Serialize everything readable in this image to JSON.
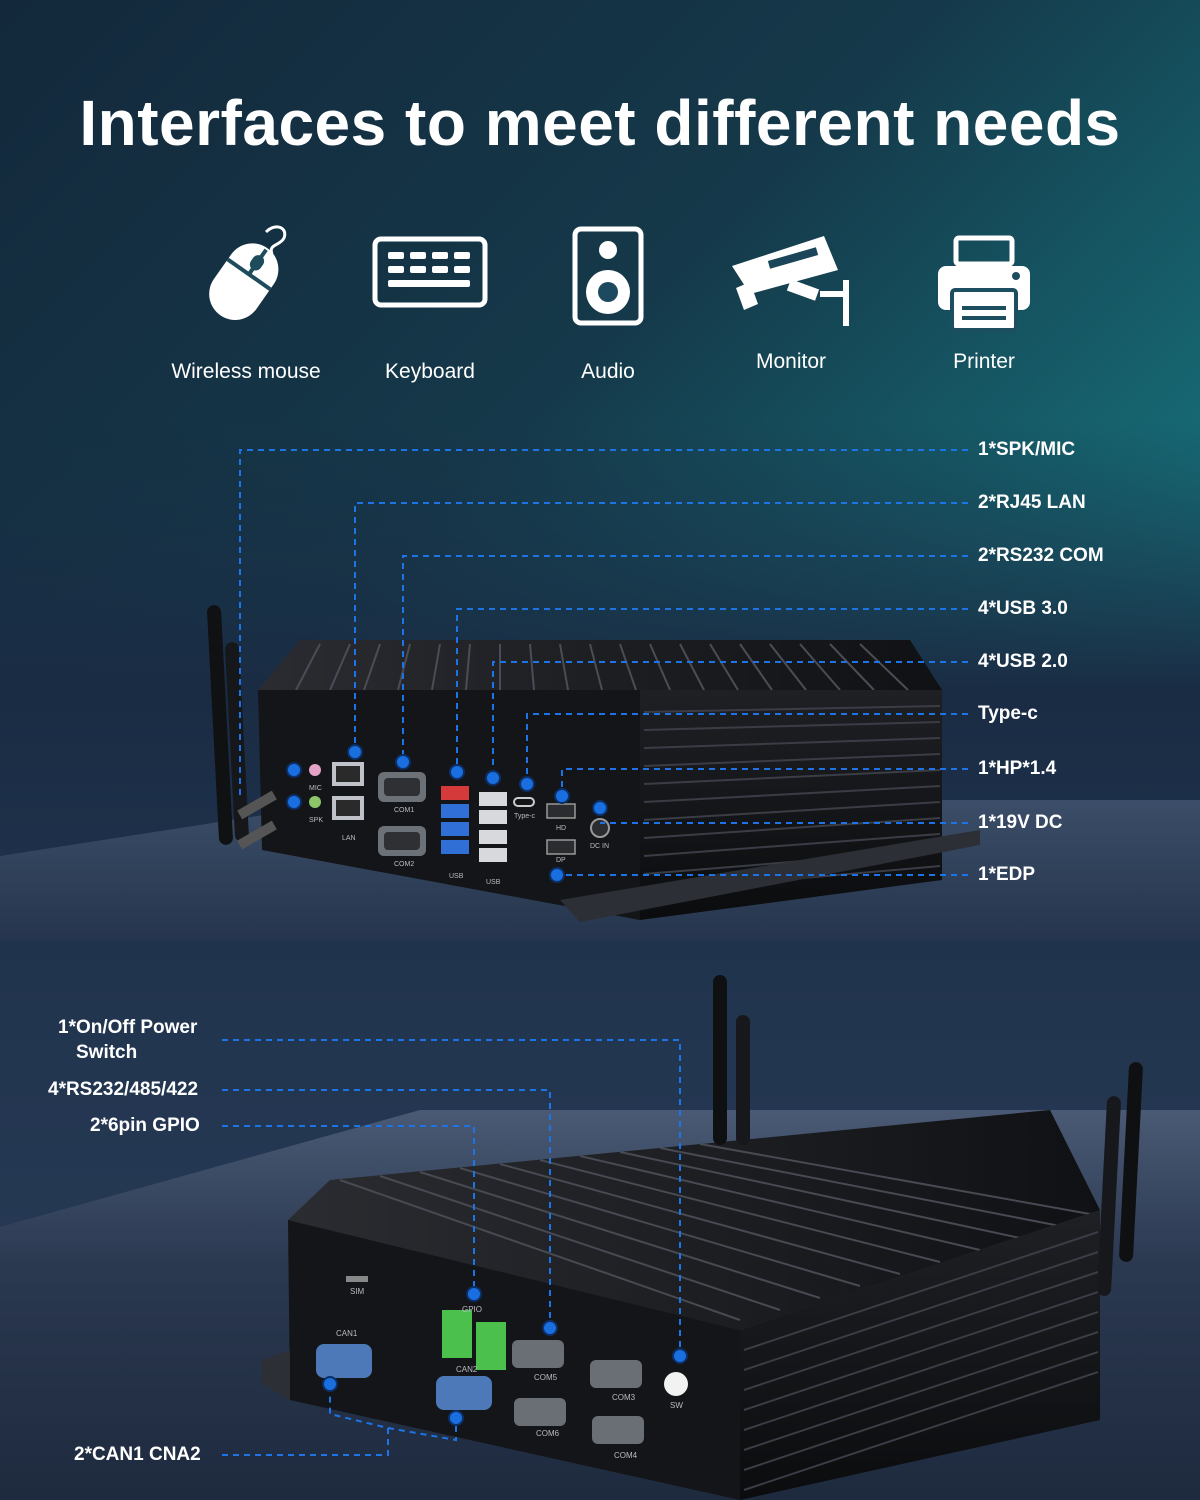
{
  "title": "Interfaces to meet different needs",
  "peripherals": [
    {
      "label": "Wireless mouse",
      "icon": "mouse-icon"
    },
    {
      "label": "Keyboard",
      "icon": "keyboard-icon"
    },
    {
      "label": "Audio",
      "icon": "speaker-icon"
    },
    {
      "label": "Monitor",
      "icon": "camera-icon"
    },
    {
      "label": "Printer",
      "icon": "printer-icon"
    }
  ],
  "top_device_callouts": [
    "1*SPK/MIC",
    "2*RJ45 LAN",
    "2*RS232 COM",
    "4*USB 3.0",
    "4*USB 2.0",
    "Type-c",
    "1*HP*1.4",
    "1*19V DC",
    "1*EDP"
  ],
  "top_device_port_labels": {
    "mic": "MIC",
    "spk": "SPK",
    "lan": "LAN",
    "com1": "COM1",
    "com2": "COM2",
    "usb3": "USB",
    "usb2": "USB",
    "typec": "Type-c",
    "hd": "HD",
    "dp": "DP",
    "dcin": "DC IN"
  },
  "bottom_device_callouts": {
    "power_line1": "1*On/Off Power",
    "power_line2": "Switch",
    "serial": "4*RS232/485/422",
    "gpio": "2*6pin GPIO",
    "can": "2*CAN1 CNA2"
  },
  "bottom_device_port_labels": {
    "sim": "SIM",
    "gpio": "GPIO",
    "can1": "CAN1",
    "can2": "CAN2",
    "com3": "COM3",
    "com4": "COM4",
    "com5": "COM5",
    "com6": "COM6",
    "sw": "SW"
  },
  "colors": {
    "accent": "#1d74e6",
    "dot": "#1a6fe0",
    "device": "#1c1d21",
    "port_green": "#4cc04c"
  }
}
